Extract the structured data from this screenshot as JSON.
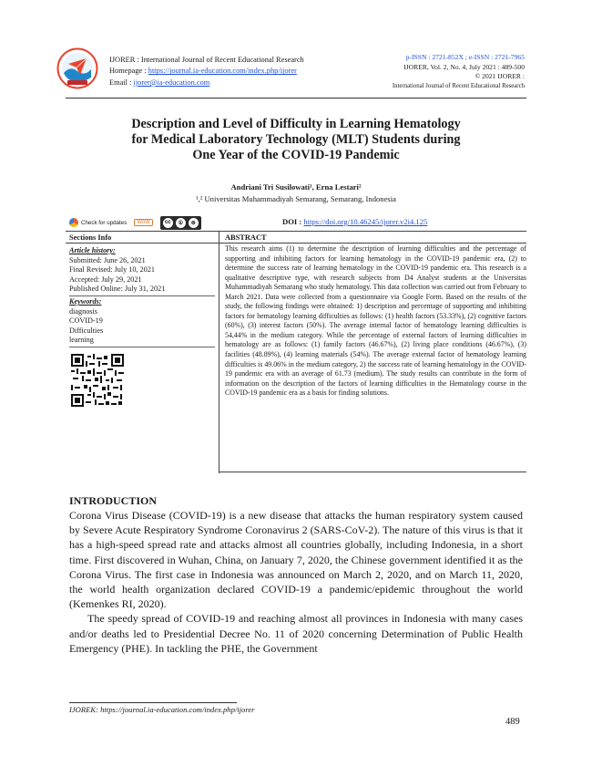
{
  "header": {
    "journal_line": "IJORER : International Journal of Recent Educational Research",
    "homepage_label": "Homepage : ",
    "homepage_url": "https://journal.ia-education.com/index.php/ijorer",
    "email_label": "Email : ",
    "email": "ijorer@ia-education.com",
    "issn": "p-ISSN : 2721-852X ; e-ISSN : 2721-7965",
    "volume": "IJORER, Vol. 2, No. 4, July  2021 : 489-500",
    "copyright": "© 2021 IJORER :",
    "publisher": "International Journal of Recent Educational Research"
  },
  "title": {
    "line1": "Description and Level of Difficulty in Learning Hematology",
    "line2": "for Medical Laboratory Technology (MLT) Students during",
    "line3": "One Year of the COVID-19 Pandemic"
  },
  "authors": "Andriani Tri Susilowati¹, Erna Lestari²",
  "affiliation": "¹,² Universitas Muhammadiyah Semarang, Semarang, Indonesia",
  "badges": {
    "check_updates": "Check for updates",
    "ww": "WoW",
    "cc": [
      "cc",
      "①",
      "⊜"
    ]
  },
  "doi": {
    "label": "DOI : ",
    "url": "https://doi.org/10.46245/ijorer.v2i4.125"
  },
  "sections_info": {
    "heading": "Sections Info",
    "history_heading": "Article history:",
    "history": [
      "Submitted: June 26, 2021",
      "Final Revised: July 10, 2021",
      "Accepted: July 29, 2021",
      "Published Online: July 31, 2021"
    ],
    "keywords_heading": "Keywords:",
    "keywords": [
      "diagnosis",
      "COVID-19",
      "Difficulties",
      "learning"
    ]
  },
  "abstract": {
    "heading": "ABSTRACT",
    "text": "This research aims (1) to determine the description of learning difficulties and the percentage of supporting and inhibiting factors for learning hematology in the COVID-19 pandemic era, (2) to determine the success rate of learning hematology in the COVID-19 pandemic era. This research is a qualitative descriptive type, with research subjects from D4 Analyst students at the Universitas Muhammadiyah Semarang who study hematology. This data collection was carried out from February to March 2021. Data were collected from a questionnaire via Google Form. Based on the results of the study, the following findings were obtained: 1) description and percentage of supporting and inhibiting factors for hematology learning difficulties as follows: (1) health factors (53.33%), (2) cognitive factors (60%), (3) interest factors (50%). The average internal factor of hematology learning difficulties is 54,44% in the medium category. While the percentage of external factors of learning difficulties in hematology are as follows: (1) family factors (46.67%), (2) living place conditions (46.67%), (3) facilities (48.89%), (4) learning materials (54%). The average external factor of hematology learning difficulties is 49.06% in the medium category, 2) the success rate of learning hematology in the COVID-19 pandemic era with an average of 61.73 (medium). The study results can contribute in the form of information on the description of the factors of learning difficulties in the Hematology course in the COVID-19 pandemic era as a basis for finding solutions."
  },
  "introduction": {
    "heading": "INTRODUCTION",
    "p1": "Corona Virus Disease (COVID-19) is a new disease that attacks the human respiratory system caused by Severe Acute Respiratory Syndrome Coronavirus 2 (SARS-CoV-2). The nature of this virus is that it has a high-speed spread rate and attacks almost all countries globally, including Indonesia, in a short time. First discovered in Wuhan, China, on January 7, 2020, the Chinese government identified it as the Corona Virus. The first case in Indonesia was announced on March 2, 2020, and on March 11, 2020, the world health organization declared COVID-19 a pandemic/epidemic throughout the world (Kemenkes RI, 2020).",
    "p2": "The speedy spread of COVID-19 and reaching almost all provinces in Indonesia with many cases and/or deaths led to Presidential Decree No. 11 of 2020 concerning Determination of Public Health Emergency (PHE). In tackling the PHE, the Government"
  },
  "footer": {
    "url": "IJOREK: https://journal.ia-education.com/index.php/ijorer",
    "page": "489"
  },
  "colors": {
    "link": "#1f4fd8",
    "logo_ring": "#e8442f",
    "logo_wave": "#1f87c9"
  }
}
